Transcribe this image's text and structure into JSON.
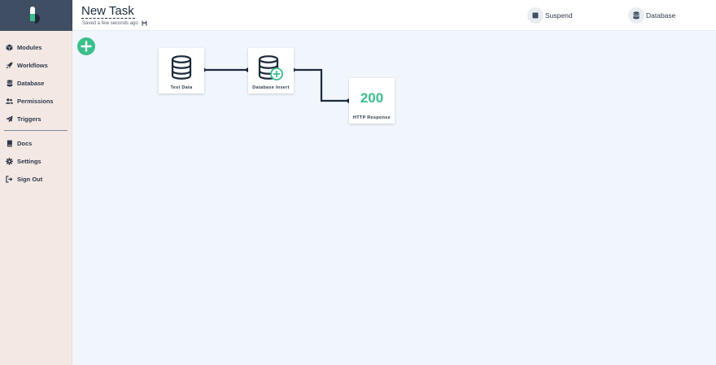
{
  "app": {
    "task_title": "New Task",
    "saved_status": "Saved a few seconds ago"
  },
  "sidebar": {
    "items": [
      {
        "label": "Modules",
        "icon": "cube-icon"
      },
      {
        "label": "Workflows",
        "icon": "rocket-icon"
      },
      {
        "label": "Database",
        "icon": "database-icon"
      },
      {
        "label": "Permissions",
        "icon": "users-icon"
      },
      {
        "label": "Triggers",
        "icon": "paper-plane-icon"
      }
    ],
    "secondary": [
      {
        "label": "Docs",
        "icon": "book-icon"
      },
      {
        "label": "Settings",
        "icon": "gear-icon"
      },
      {
        "label": "Sign Out",
        "icon": "sign-out-icon"
      }
    ]
  },
  "header": {
    "suspend_label": "Suspend",
    "database_label": "Database"
  },
  "workflow": {
    "nodes": [
      {
        "label": "Test Data",
        "icon": "database-icon"
      },
      {
        "label": "Database Insert",
        "icon": "database-add-icon"
      },
      {
        "label": "HTTP Response",
        "code": "200"
      }
    ]
  },
  "colors": {
    "accent": "#3bbf8c",
    "sidebar_bg": "#f3e8e4",
    "logo_bg": "#3f4e62",
    "canvas_bg": "#f1f6fd",
    "wire": "#1b2a3b"
  }
}
